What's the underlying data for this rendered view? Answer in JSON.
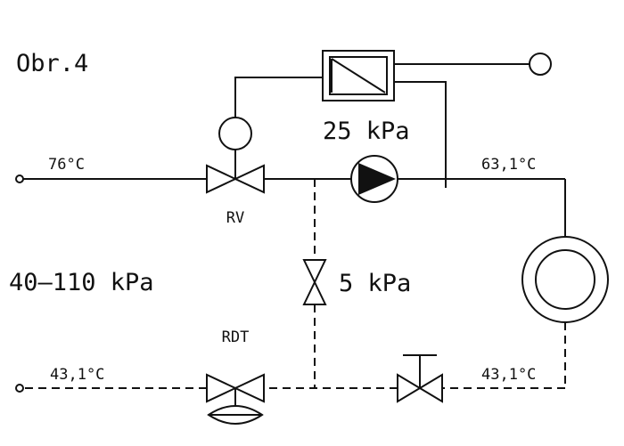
{
  "figure_label": "Obr.4",
  "labels": {
    "pump_pressure": "25 kPa",
    "supply_temp": "76°C",
    "after_pump_temp": "63,1°C",
    "rv_valve": "RV",
    "pressure_range": "40–110 kPa",
    "bypass_pressure": "5 kPa",
    "rdt_valve": "RDT",
    "return_inlet_temp": "43,1°C",
    "return_outlet_temp": "43,1°C"
  }
}
